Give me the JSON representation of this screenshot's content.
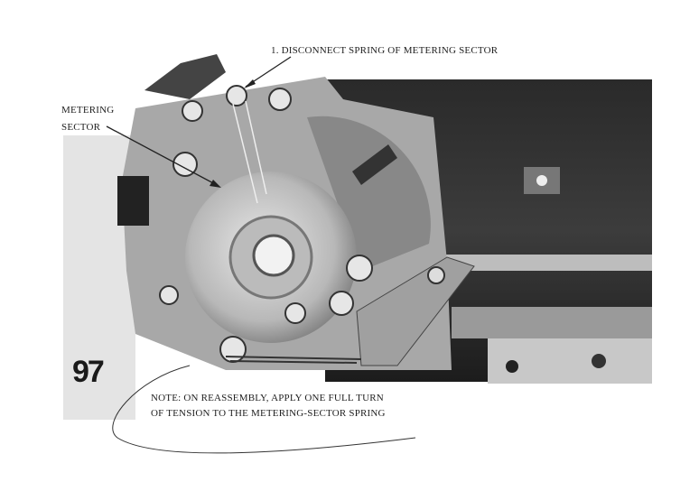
{
  "figure_number": "97",
  "callouts": {
    "step1": "1. DISCONNECT SPRING OF METERING SECTOR",
    "metering_sector_line1": "METERING",
    "metering_sector_line2": "SECTOR"
  },
  "note": {
    "line1": "NOTE:  ON REASSEMBLY, APPLY ONE FULL TURN",
    "line2": "OF TENSION TO THE METERING-SECTOR SPRING"
  }
}
